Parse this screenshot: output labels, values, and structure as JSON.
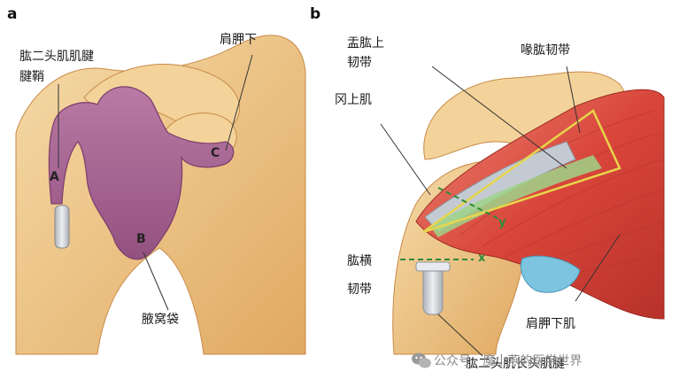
{
  "panels": {
    "a": "a",
    "b": "b"
  },
  "labels_a": {
    "biceps_tendon_line1": "肱二头肌肌腱",
    "biceps_tendon_line2": "腱鞘",
    "subscapular": "肩胛下",
    "axillary_pouch": "腋窝袋",
    "marker_a": "A",
    "marker_b": "B",
    "marker_c": "C"
  },
  "labels_b": {
    "sghl_line1": "盂肱上",
    "sghl_line2": "韧带",
    "chl": "喙肱韧带",
    "supraspinatus": "冈上肌",
    "thl_line1": "肱横",
    "thl_line2": "韧带",
    "subscapularis": "肩胛下肌",
    "lhb_tendon": "肱二头肌长头肌腱",
    "axis_y": "y",
    "axis_x": "x"
  },
  "watermark": "公众号 · 魔小燕的医学世界",
  "colors": {
    "background": "#ffffff",
    "bone": "#f1c98d",
    "bone_shadow": "#d99d5a",
    "capsule": "#b06a9a",
    "capsule_dark": "#8e4a7c",
    "muscle": "#d9453a",
    "muscle_light": "#ea7a66",
    "ligament_green": "#9fd38a",
    "outline_yellow": "#e7d64a",
    "tendon_gray": "#c8ccd2",
    "cartilage_blue": "#7cc4e0",
    "guide_green": "#2e8b3a"
  },
  "icons": {
    "watermark": "wechat-icon"
  }
}
